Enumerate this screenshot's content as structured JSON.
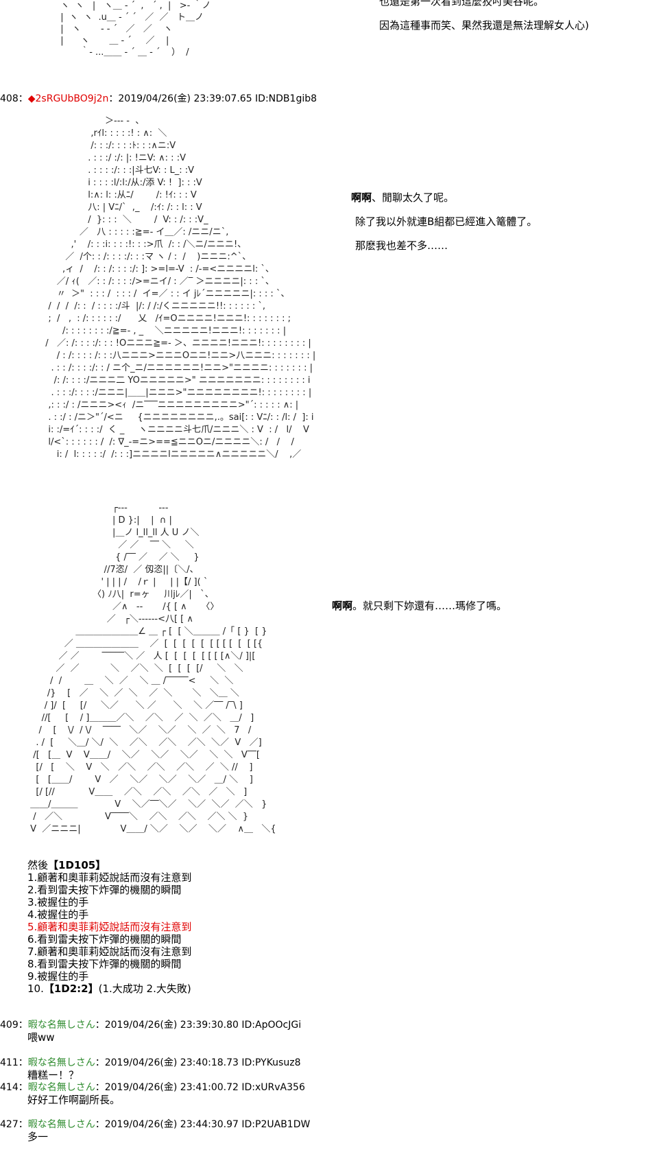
{
  "top_dialog": {
    "line1": "也還是第一次看到這麼狡吋美谷呢。",
    "line2": "因為這種事而笑、果然我還是無法理解女人心)"
  },
  "post408": {
    "number": "408",
    "separator": "：",
    "trip_mark": "◆",
    "trip": "2sRGUbBO9j2n",
    "meta": "：2019/04/26(金) 23:39:07.65 ID:NDB1gib8",
    "dialog1_lead": "啊啊",
    "dialog1_rest": "、閒聊太久了呢。",
    "dialog2": "除了我以外就連B組都已經進入篭體了。",
    "dialog3": "那麽我也差不多……",
    "dialog4_lead": "啊啊",
    "dialog4_rest": "。就只剩下妳還有……瑪修了嗎。",
    "choices_lead": "然後",
    "choices_dice": "【1D105】",
    "choices": [
      "1.顧著和奧菲莉婭說話而沒有注意到",
      "2.看到雷夫按下炸彈的機關的瞬間",
      "3.被握住的手",
      "4.被握住的手",
      "5.顧著和奧菲莉婭說話而沒有注意到",
      "6.看到雷夫按下炸彈的機關的瞬間",
      "7.顧著和奧菲莉婭說話而沒有注意到",
      "8.看到雷夫按下炸彈的機關的瞬間",
      "9.被握住的手"
    ],
    "choice10_prefix": "10.",
    "choice10_dice": "【1D2:2】",
    "choice10_rest": "(1.大成功  2.大失敗)"
  },
  "replies": [
    {
      "number": "409",
      "name": "暇な名無しさん",
      "meta": "：2019/04/26(金) 23:39:30.80 ID:ApOOcJGi",
      "body": "喂ww"
    },
    {
      "number": "411",
      "name": "暇な名無しさん",
      "meta": "：2019/04/26(金) 23:40:18.73 ID:PYKusuz8",
      "body": "糟糕ー！？"
    },
    {
      "number": "414",
      "name": "暇な名無しさん",
      "meta": "：2019/04/26(金) 23:41:00.72 ID:xURvA356",
      "body": "好好工作啊副所長。"
    },
    {
      "number": "427",
      "name": "暇な名無しさん",
      "meta": "：2019/04/26(金) 23:44:30.97 ID:P2UAB1DW",
      "body": "多一"
    }
  ],
  "colors": {
    "trip": "#e00000",
    "anon_name": "#2e8b2e",
    "highlight_choice": "#e00000"
  }
}
